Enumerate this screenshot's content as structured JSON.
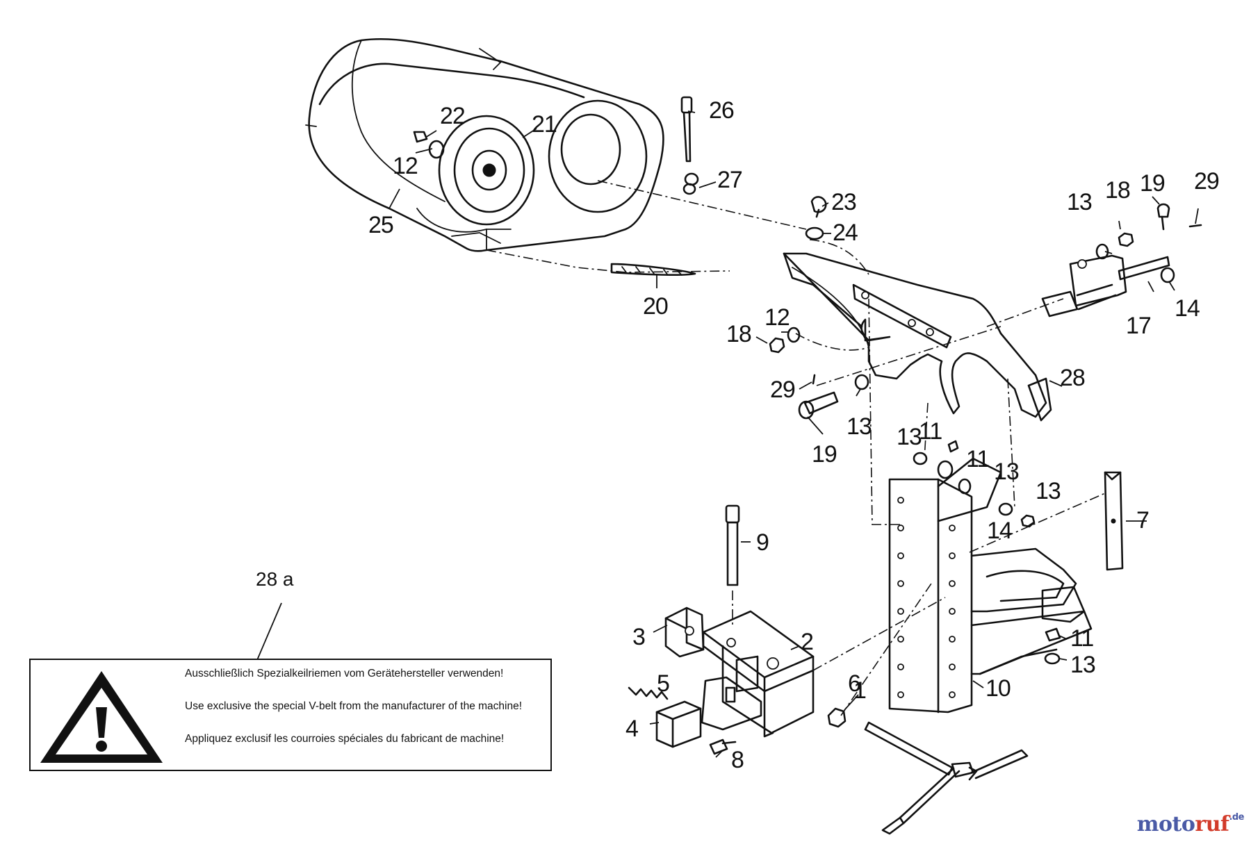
{
  "diagram": {
    "part_labels": [
      "1",
      "2",
      "3",
      "4",
      "5",
      "6",
      "7",
      "8",
      "9",
      "10",
      "11",
      "12",
      "13",
      "14",
      "17",
      "18",
      "19",
      "20",
      "21",
      "22",
      "23",
      "24",
      "25",
      "26",
      "27",
      "28",
      "29"
    ],
    "detail_label": "28 a"
  },
  "warning": {
    "icon": "warning-exclamation-icon",
    "text_de": "Ausschließlich Spezialkeilriemen vom Gerätehersteller verwenden!",
    "text_en": "Use exclusive the special V-belt from the manufacturer of the machine!",
    "text_fr": "Appliquez exclusif les courroies spéciales du fabricant de machine!"
  },
  "brand": {
    "part1": "moto",
    "part2": "ruf",
    "part3": ".de"
  }
}
